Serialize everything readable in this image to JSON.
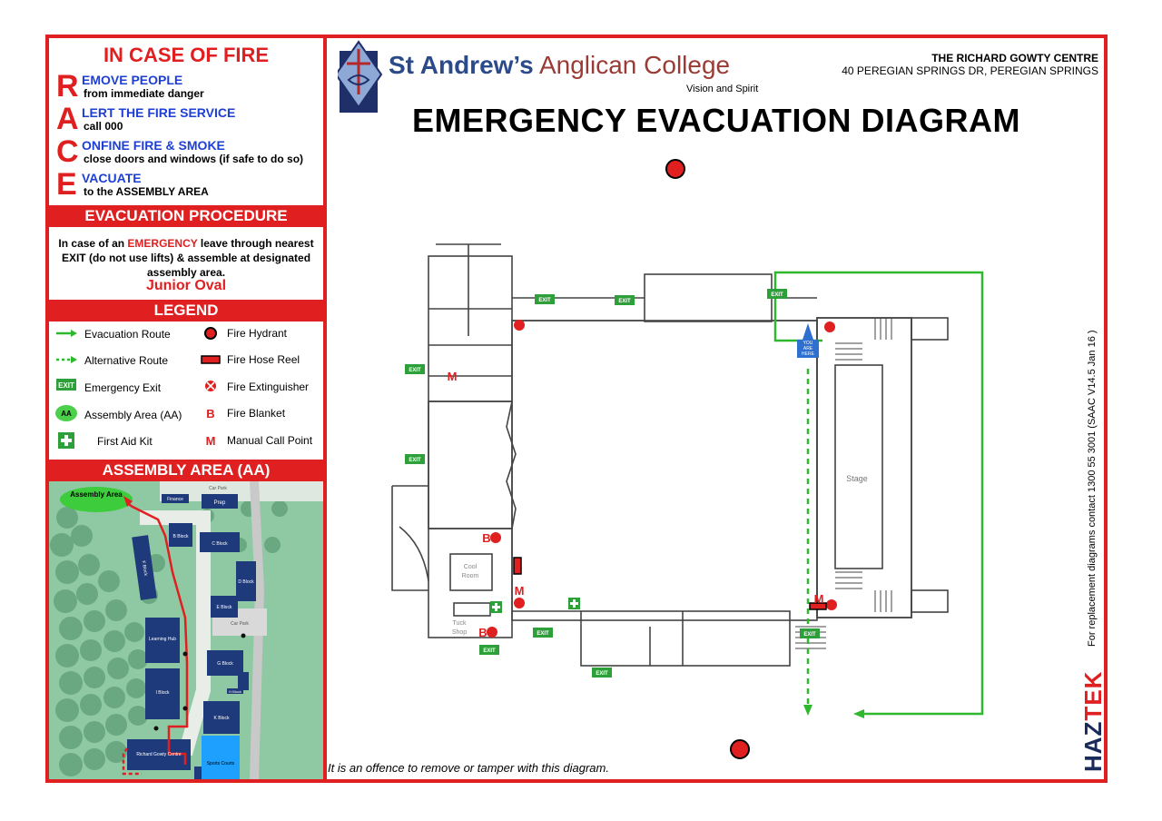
{
  "fire": {
    "title": "IN CASE OF FIRE",
    "steps": [
      {
        "letter": "R",
        "head": "EMOVE PEOPLE",
        "sub": "from immediate danger"
      },
      {
        "letter": "A",
        "head": "LERT THE FIRE SERVICE",
        "sub": "call 000"
      },
      {
        "letter": "C",
        "head": "ONFINE FIRE & SMOKE",
        "sub": "close doors and windows (if safe to do so)"
      },
      {
        "letter": "E",
        "head": "VACUATE",
        "sub": "to the ASSEMBLY AREA"
      }
    ]
  },
  "procedure": {
    "title": "EVACUATION PROCEDURE",
    "text_pre": "In case of an ",
    "text_em": "EMERGENCY",
    "text_post": " leave through nearest EXIT (do not use lifts) & assemble at designated assembly area.",
    "location": "Junior Oval"
  },
  "legend": {
    "title": "LEGEND",
    "items": [
      {
        "label": "Evacuation Route",
        "icon": "green-arrow-icon"
      },
      {
        "label": "Fire Hydrant",
        "icon": "fire-hydrant-icon"
      },
      {
        "label": "Alternative Route",
        "icon": "dashed-arrow-icon"
      },
      {
        "label": "Fire Hose Reel",
        "icon": "hose-reel-icon"
      },
      {
        "label": "Emergency Exit",
        "icon": "exit-sign-icon"
      },
      {
        "label": "Fire Extinguisher",
        "icon": "extinguisher-icon"
      },
      {
        "label": "Assembly Area (AA)",
        "icon": "assembly-area-icon"
      },
      {
        "label": "Fire Blanket",
        "icon": "fire-blanket-icon"
      },
      {
        "label": "First Aid Kit",
        "icon": "first-aid-icon"
      },
      {
        "label": "Manual Call Point",
        "icon": "call-point-icon"
      }
    ],
    "exit_icon_text": "EXIT",
    "aa_icon_text": "AA",
    "blanket_letter": "B",
    "callpoint_letter": "M"
  },
  "assembly": {
    "title": "ASSEMBLY AREA (AA)",
    "map_labels": {
      "assembly": "Assembly Area",
      "finance": "Finance",
      "carpark_top": "Car Park",
      "prep": "Prep",
      "b_block": "B Block",
      "c_block": "C Block",
      "f_block": "F Block",
      "d_block": "D Block",
      "e_block": "E Block",
      "carpark_mid": "Car Park",
      "learning_hub": "Learning Hub",
      "g_block": "G Block",
      "i_block": "I Block",
      "h_block": "H Block",
      "k_block": "K Block",
      "richard": "Richard Gowty Centre",
      "sports": "Sports Courts"
    }
  },
  "header": {
    "college_a": "St Andrew’s",
    "college_b": "Anglican College",
    "tagline": "Vision and Spirit",
    "centre_name": "THE RICHARD GOWTY CENTRE",
    "address": "40 PEREGIAN  SPRINGS DR, PEREGIAN SPRINGS",
    "title": "EMERGENCY EVACUATION DIAGRAM"
  },
  "plan": {
    "exit_text": "EXIT",
    "you_are_here": [
      "YOU",
      "ARE",
      "HERE"
    ],
    "stage": "Stage",
    "cool_room": [
      "Cool",
      "Room"
    ],
    "tuck_shop": [
      "Tuck",
      "Shop"
    ],
    "blanket": "B",
    "callpoint": "M"
  },
  "footer": {
    "offence": "It is an offence to remove or tamper with this diagram.",
    "vertical": "For replacement diagrams contact 1300 55 3001 (SAAC V14.5 Jan 16 )",
    "brand_a": "HAZ",
    "brand_b": "TEK"
  },
  "colors": {
    "red": "#e02020",
    "green": "#2eb82e",
    "blue_text": "#1d3fd6",
    "building": "#1f3a7a"
  }
}
